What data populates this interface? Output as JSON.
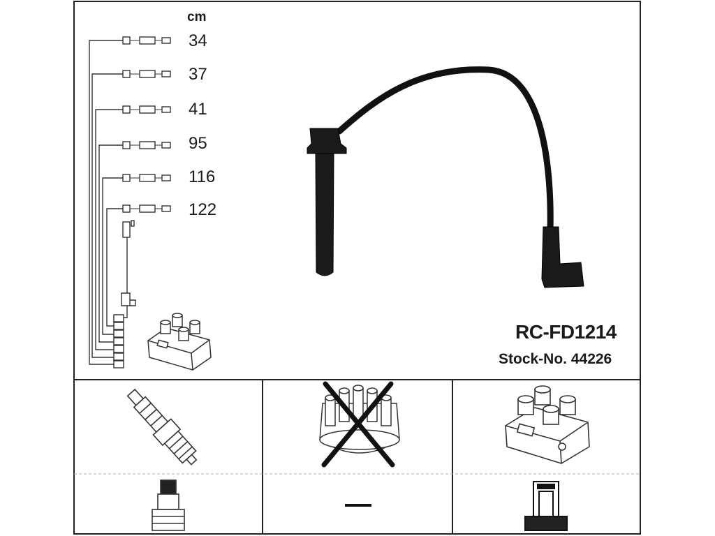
{
  "unit": "cm",
  "lengths": [
    "34",
    "37",
    "41",
    "95",
    "116",
    "122"
  ],
  "part_number": "RC-FD1214",
  "stock_number": "Stock-No. 44226",
  "dash_label": "–",
  "icons": {
    "cable_set": "ignition-cable-set-icon",
    "coil_small": "ignition-coil-icon",
    "spark_plug": "spark-plug-icon",
    "distributor_cap": "distributor-cap-icon",
    "distributor_cross": "not-applicable-cross-icon",
    "coil_large": "ignition-coil-icon",
    "plug_boot": "spark-plug-boot-icon",
    "connector": "coil-connector-icon"
  }
}
